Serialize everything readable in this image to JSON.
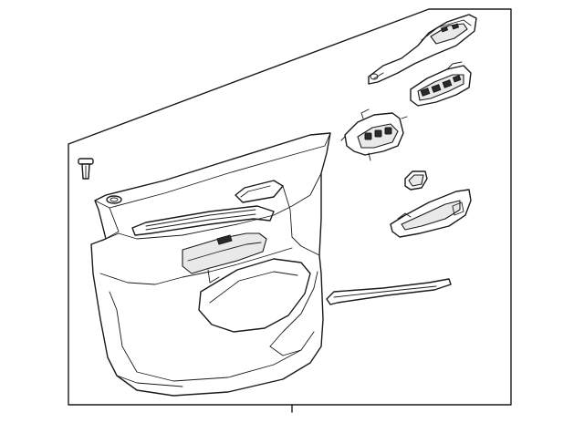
{
  "diagram": {
    "parts": [
      {
        "name": "door-trim-panel"
      },
      {
        "name": "trim-fastener"
      },
      {
        "name": "armrest-handle-bezel"
      },
      {
        "name": "window-switch-assembly"
      },
      {
        "name": "mirror-seat-control-switch"
      },
      {
        "name": "lock-switch"
      },
      {
        "name": "inside-handle-bezel"
      },
      {
        "name": "lower-trim-molding"
      }
    ]
  }
}
